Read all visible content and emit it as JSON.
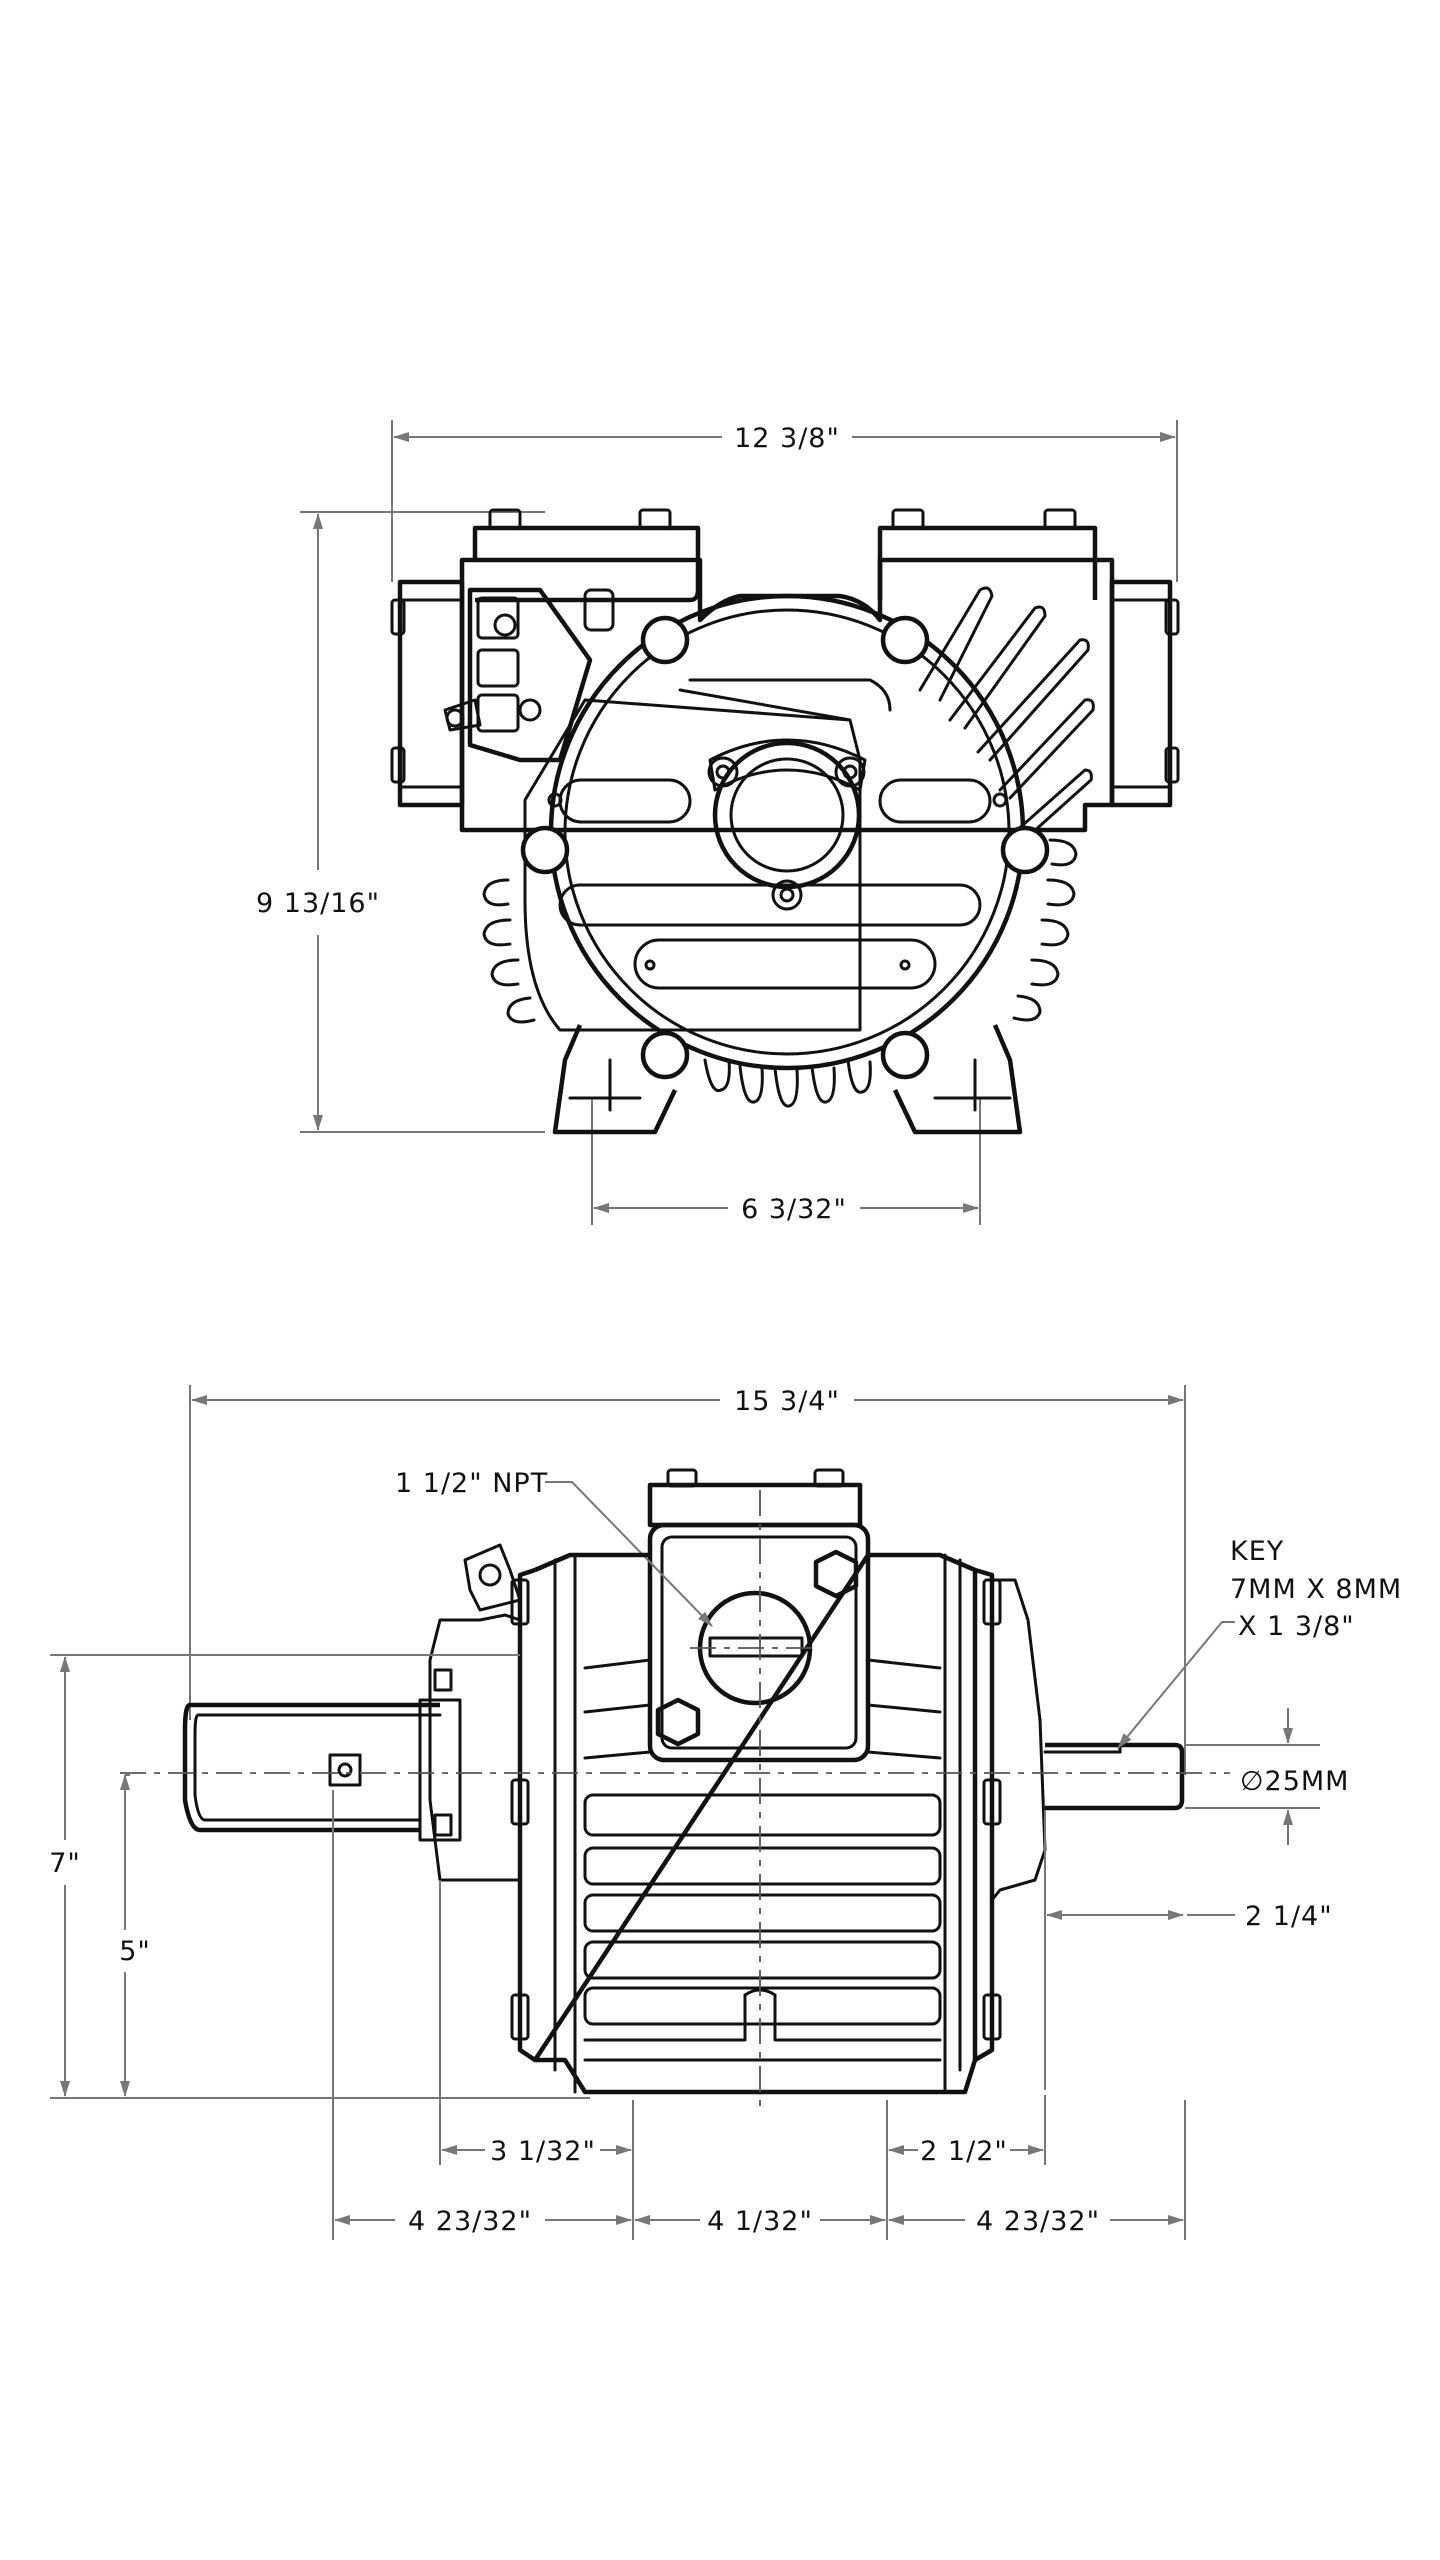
{
  "colors": {
    "line": "#111111",
    "dimension": "#777777",
    "background": "#ffffff"
  },
  "dimensions": {
    "top_width": "12 3/8\"",
    "top_height": "9 13/16\"",
    "base_bolt_spacing": "6 3/32\"",
    "overall_length": "15 3/4\"",
    "port_callout": "1 1/2\" NPT",
    "key_line1": "KEY",
    "key_line2": "7MM X 8MM",
    "key_line3": "X 1 3/8\"",
    "shaft_diameter": "∅25MM",
    "shaft_length": "2 1/4\"",
    "overall_height": "7\"",
    "shaft_height": "5\"",
    "left_offset": "3 1/32\"",
    "right_offset": "2 1/2\"",
    "bottom_left": "4 23/32\"",
    "bottom_center": "4 1/32\"",
    "bottom_right": "4 23/32\""
  }
}
